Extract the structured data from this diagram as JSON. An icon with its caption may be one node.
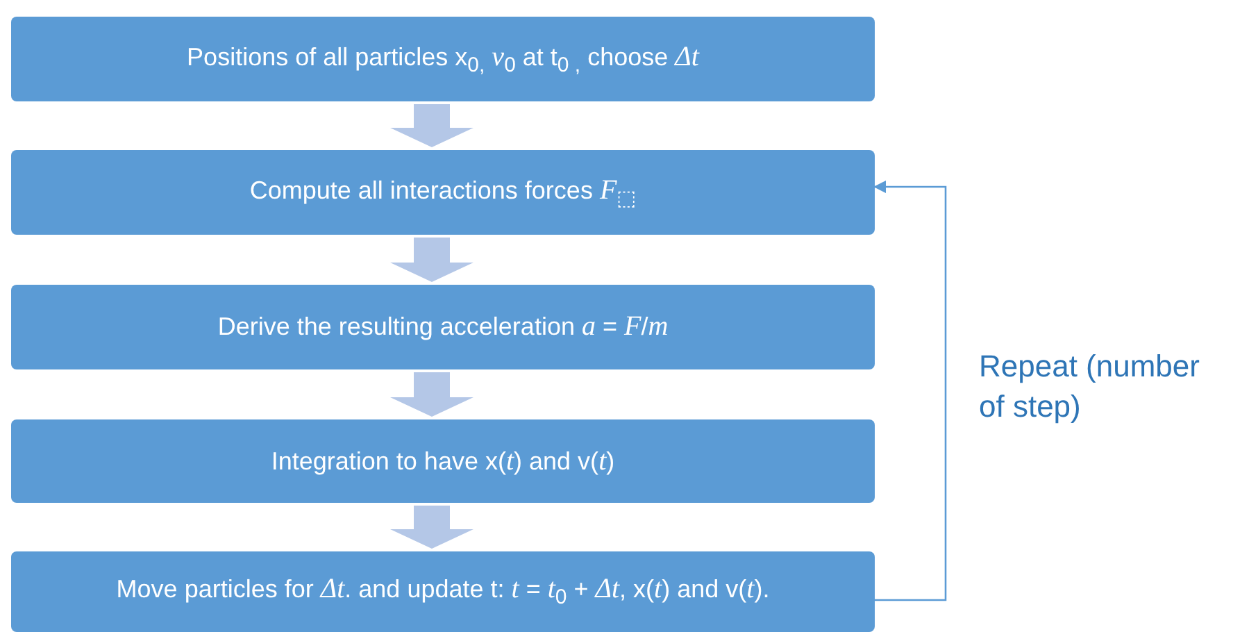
{
  "diagram": {
    "nodes": [
      {
        "text": [
          "Positions of all particles x$_{0,}$ *v*$_{0}$ at t$_{0 ,}$ choose *Δt*"
        ]
      },
      {
        "text": [
          "Compute all interactions forces *F*$_{⬚}$"
        ]
      },
      {
        "text": [
          "Derive the resulting acceleration *a* = *F*/*m*"
        ]
      },
      {
        "text": [
          "Integration to have x(*t*) and v(*t*)"
        ]
      },
      {
        "text": [
          "Move particles for *Δt*. and update t:  *t* = *t*$_{0}$ + *Δt*, x(*t*) and v(*t*)."
        ]
      }
    ],
    "edges": [
      {
        "from": 0,
        "to": 1,
        "arrow": "to",
        "style": "thick",
        "color": "#b4c7e7"
      },
      {
        "from": 1,
        "to": 2,
        "arrow": "to",
        "style": "thick",
        "color": "#b4c7e7"
      },
      {
        "from": 2,
        "to": 3,
        "arrow": "to",
        "style": "thick",
        "color": "#b4c7e7"
      },
      {
        "from": 3,
        "to": 4,
        "arrow": "to",
        "style": "thick",
        "color": "#b4c7e7"
      },
      {
        "from": 4,
        "to": 1,
        "arrow": "to",
        "label": "Repeat (number of step)"
      }
    ]
  }
}
